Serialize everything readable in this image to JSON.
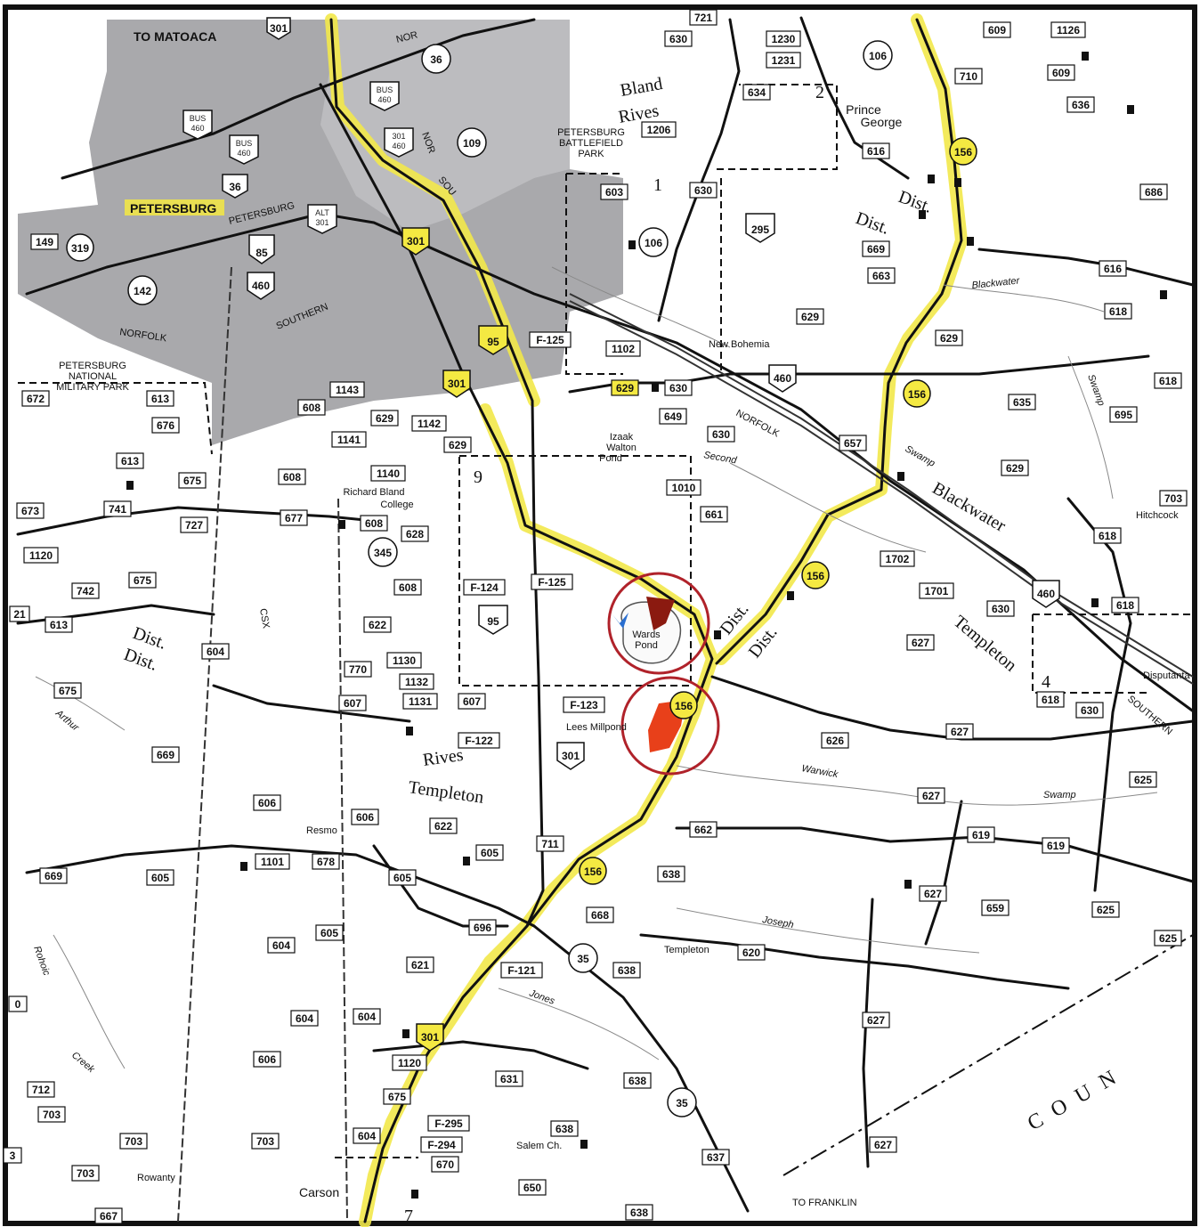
{
  "map": {
    "places": {
      "to_matoaca": "TO MATOACA",
      "petersburg": "PETERSBURG",
      "petersburg_street": "PETERSBURG",
      "petersburg_battlefield": [
        "PETERSBURG",
        "BATTLEFIELD",
        "PARK"
      ],
      "petersburg_military_park": [
        "PETERSBURG",
        "NATIONAL",
        "MILITARY PARK"
      ],
      "prince_george": [
        "Prince",
        "George"
      ],
      "new_bohemia": "New Bohemia",
      "izaak_walton": [
        "Izaak",
        "Walton",
        "Pond"
      ],
      "richard_bland": [
        "Richard Bland",
        "College"
      ],
      "wards_pond": [
        "Wards",
        "Pond"
      ],
      "lees_millpond": "Lees Millpond",
      "templeton_town": "Templeton",
      "salem_ch": "Salem Ch.",
      "rowanty": "Rowanty",
      "carson": "Carson",
      "to_franklin": "TO FRANKLIN",
      "hitchcock": "Hitchcock",
      "disputanta": "Disputanta",
      "resmo": "Resmo"
    },
    "districts": {
      "bland": "Bland",
      "rives": "Rives",
      "dist_1": "Dist.",
      "dist_2": "Dist.",
      "blackwater": "Blackwater",
      "templeton_right": "Templeton",
      "rives_lower": "Rives",
      "templeton_lower": "Templeton",
      "dist_left_1": "Dist.",
      "dist_left_2": "Dist.",
      "dist_mid_1": "Dist.",
      "dist_mid_2": "Dist."
    },
    "district_numbers": {
      "d1": "1",
      "d2": "2",
      "d4": "4",
      "d7": "7",
      "d9": "9"
    },
    "waterways": {
      "blackwater": "Blackwater",
      "swamp_1": "Swamp",
      "swamp_2": "Swamp",
      "swamp_3": "Swamp",
      "warwick": "Warwick",
      "second": "Second",
      "joseph": "Joseph",
      "jones": "Jones",
      "creek": "Creek",
      "arthur": "Arthur",
      "rohoic": "Rohoic"
    },
    "railroads": {
      "nor_top": "NOR",
      "nor_sou": "NOR",
      "sou": "SOU",
      "norfolk_left": "NORFOLK",
      "southern_left": "SOUTHERN",
      "norfolk_right": "NORFOLK",
      "southern_right": "SOUTHERN",
      "csx": "CSX"
    },
    "county_text": "C  O  U  N",
    "shields": {
      "us301_top": "301",
      "r36_top": "36",
      "bus460_a": [
        "BUS",
        "460"
      ],
      "bus460_b": [
        "BUS",
        "460"
      ],
      "bus460_c": [
        "BUS",
        "460"
      ],
      "r301_460": [
        "301",
        "460"
      ],
      "r109": "109",
      "r36_mid": "36",
      "alt301": [
        "ALT",
        "301"
      ],
      "us301_hl": "301",
      "i85": "85",
      "us460_l": "460",
      "r142": "142",
      "r319": "319",
      "i95_top": "95",
      "us301_mid": "301",
      "r106_top": "106",
      "r106_mid": "106",
      "i295": "295",
      "r156_top": "156",
      "r156_mid": "156",
      "r156_c": "156",
      "r156_red": "156",
      "r156_low": "156",
      "us460_r": "460",
      "us460_far": "460",
      "r345": "345",
      "i95_low": "95",
      "us301_low": "301",
      "r35_a": "35",
      "r35_b": "35",
      "us301_bottom": "301"
    },
    "route_labels": [
      "721",
      "630",
      "1230",
      "1231",
      "634",
      "609",
      "1126",
      "609",
      "710",
      "636",
      "1206",
      "616",
      "603",
      "630",
      "686",
      "669",
      "663",
      "616",
      "618",
      "629",
      "629",
      "1102",
      "629",
      "630",
      "618",
      "649",
      "630",
      "635",
      "695",
      "657",
      "629",
      "703",
      "1010",
      "661",
      "618",
      "1702",
      "1701",
      "630",
      "618",
      "627",
      "618",
      "630",
      "627",
      "626",
      "625",
      "627",
      "662",
      "619",
      "619",
      "638",
      "627",
      "659",
      "625",
      "668",
      "625",
      "620",
      "638",
      "627",
      "638",
      "631",
      "637",
      "627",
      "650",
      "638",
      "638",
      "1143",
      "608",
      "629",
      "1142",
      "1141",
      "629",
      "1140",
      "608",
      "677",
      "608",
      "628",
      "608",
      "622",
      "1130",
      "770",
      "1132",
      "607",
      "1131",
      "607",
      "606",
      "622",
      "711",
      "605",
      "605",
      "696",
      "621",
      "604",
      "1120",
      "675",
      "670",
      "604",
      "604",
      "605",
      "604",
      "1101",
      "678",
      "606",
      "606",
      "669",
      "605",
      "672",
      "613",
      "676",
      "613",
      "675",
      "673",
      "741",
      "727",
      "1120",
      "742",
      "675",
      "613",
      "604",
      "675",
      "669",
      "712",
      "703",
      "703",
      "703",
      "703",
      "667",
      "149",
      "21",
      "0",
      "3",
      "F-125",
      "F-125",
      "F-124",
      "F-123",
      "F-122",
      "F-121",
      "F-295",
      "F-294"
    ]
  }
}
